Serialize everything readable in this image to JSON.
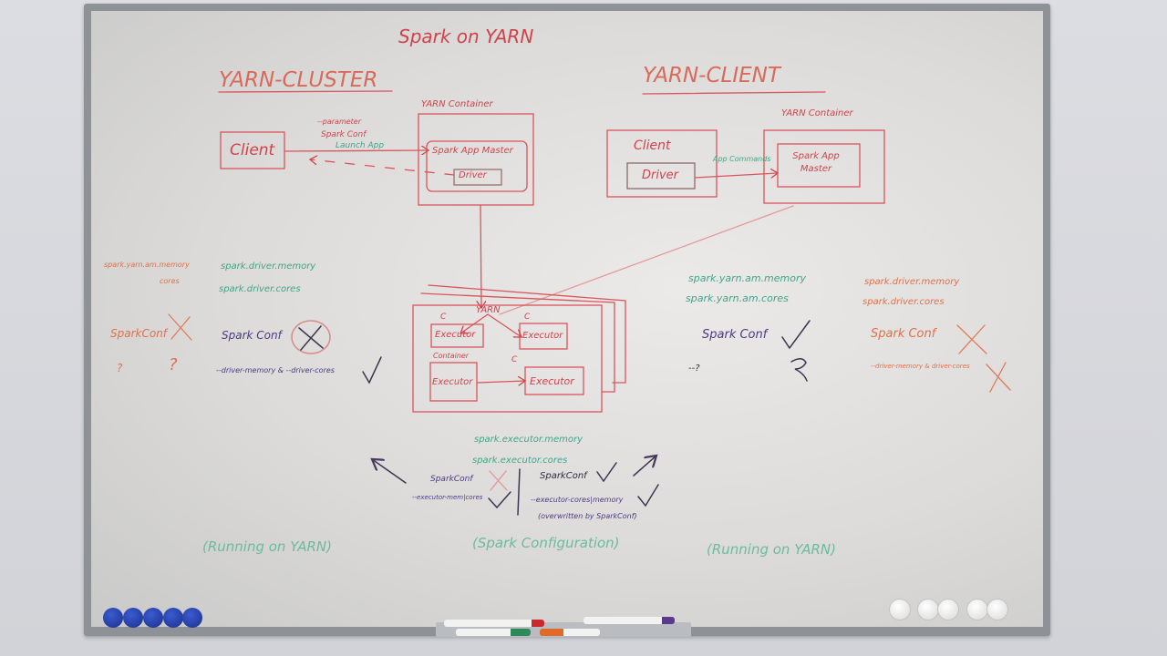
{
  "title": "Spark on YARN",
  "cluster": {
    "heading": "YARN-CLUSTER",
    "client": "Client",
    "param": "--parameter",
    "spark_conf": "Spark Conf",
    "launch": "Launch App",
    "container_label": "YARN Container",
    "app_master": "Spark App Master",
    "driver": "Driver"
  },
  "client_mode": {
    "heading": "YARN-CLIENT",
    "client": "Client",
    "driver": "Driver",
    "app_commands": "App Commands",
    "container_label": "YARN Container",
    "app_master": "Spark App Master"
  },
  "executors": {
    "yarn": "YARN",
    "c": "C",
    "container": "Container",
    "executor": "Executor"
  },
  "left_notes": {
    "am_memory": "spark.yarn.am.memory",
    "am_cores": "cores",
    "spark_conf": "SparkConf",
    "q": "?",
    "q2": "?"
  },
  "cluster_notes": {
    "driver_memory": "spark.driver.memory",
    "driver_cores": "spark.driver.cores",
    "spark_conf": "Spark Conf",
    "flags": "--driver-memory & --driver-cores"
  },
  "client_notes": {
    "am_memory": "spark.yarn.am.memory",
    "am_cores": "spark.yarn.am.cores",
    "spark_conf": "Spark Conf",
    "flags": "--?",
    "q": "?"
  },
  "right_notes": {
    "driver_memory": "spark.driver.memory",
    "driver_cores": "spark.driver.cores",
    "spark_conf": "Spark Conf",
    "flags": "--driver-memory & driver-cores"
  },
  "executor_notes": {
    "memory": "spark.executor.memory",
    "cores": "spark.executor.cores",
    "left_conf": "SparkConf",
    "left_flags": "--executor-mem|cores",
    "right_conf": "SparkConf",
    "right_flags": "--executor-cores|memory",
    "overwritten": "(overwritten by SparkConf)"
  },
  "footer": {
    "left": "(Running on YARN)",
    "center": "(Spark Configuration)",
    "right": "(Running on YARN)"
  },
  "colors": {
    "red": "#d0424b",
    "orange": "#e0704a",
    "green": "#3fa58a",
    "purple": "#4a3a82"
  }
}
